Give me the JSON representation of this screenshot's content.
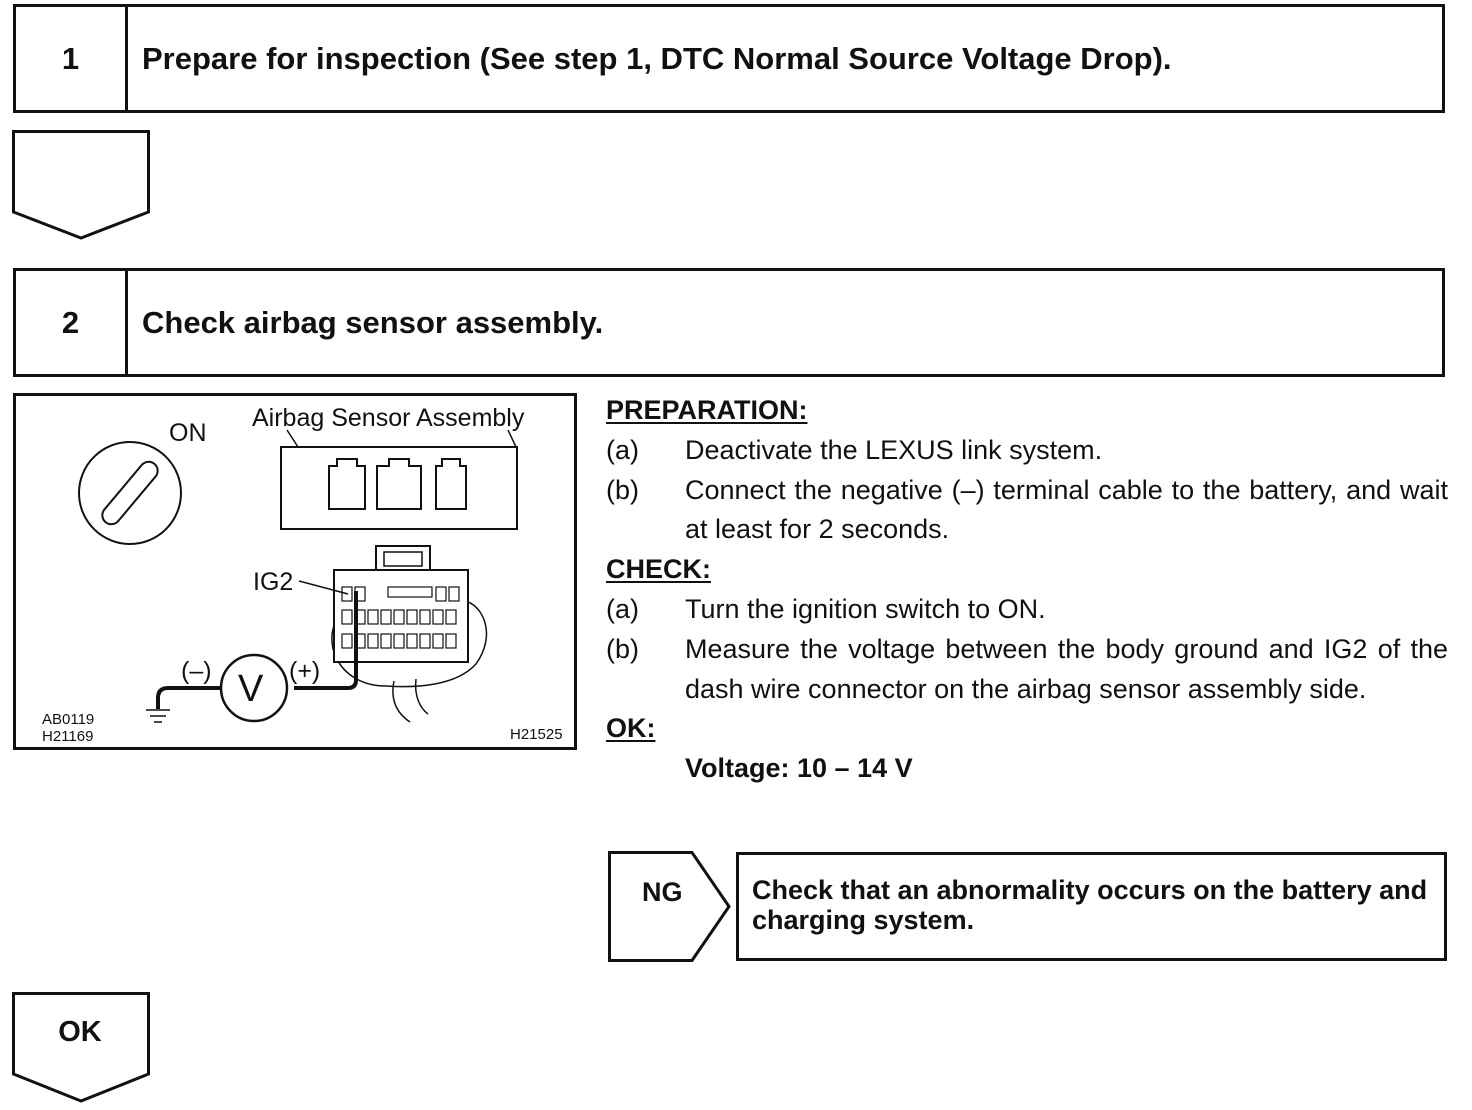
{
  "steps": [
    {
      "number": "1",
      "title": "Prepare for inspection (See step 1, DTC Normal Source Voltage Drop)."
    },
    {
      "number": "2",
      "title": "Check airbag sensor assembly."
    }
  ],
  "flow": {
    "ok_label": "OK",
    "ng_label": "NG",
    "ng_action": "Check that an abnormality occurs on the battery and charging system."
  },
  "figure": {
    "switch_label": "ON",
    "sensor_label": "Airbag Sensor Assembly",
    "terminal_label": "IG2",
    "minus_label": "(–)",
    "plus_label": "(+)",
    "meter_symbol": "V",
    "code_1": "AB0119",
    "code_2": "H21169",
    "code_3": "H21525"
  },
  "preparation": {
    "heading": "PREPARATION:",
    "items": [
      {
        "key": "(a)",
        "text": "Deactivate the LEXUS link system."
      },
      {
        "key": "(b)",
        "text": "Connect the negative (–) terminal cable to the battery, and wait at least for 2 seconds."
      }
    ]
  },
  "check": {
    "heading": "CHECK:",
    "items": [
      {
        "key": "(a)",
        "text": "Turn the ignition switch to ON."
      },
      {
        "key": "(b)",
        "text": "Measure the voltage between the body ground and IG2 of the dash wire connector on the airbag sensor assembly side."
      }
    ]
  },
  "ok": {
    "heading": "OK:",
    "value": "Voltage: 10 – 14 V"
  }
}
